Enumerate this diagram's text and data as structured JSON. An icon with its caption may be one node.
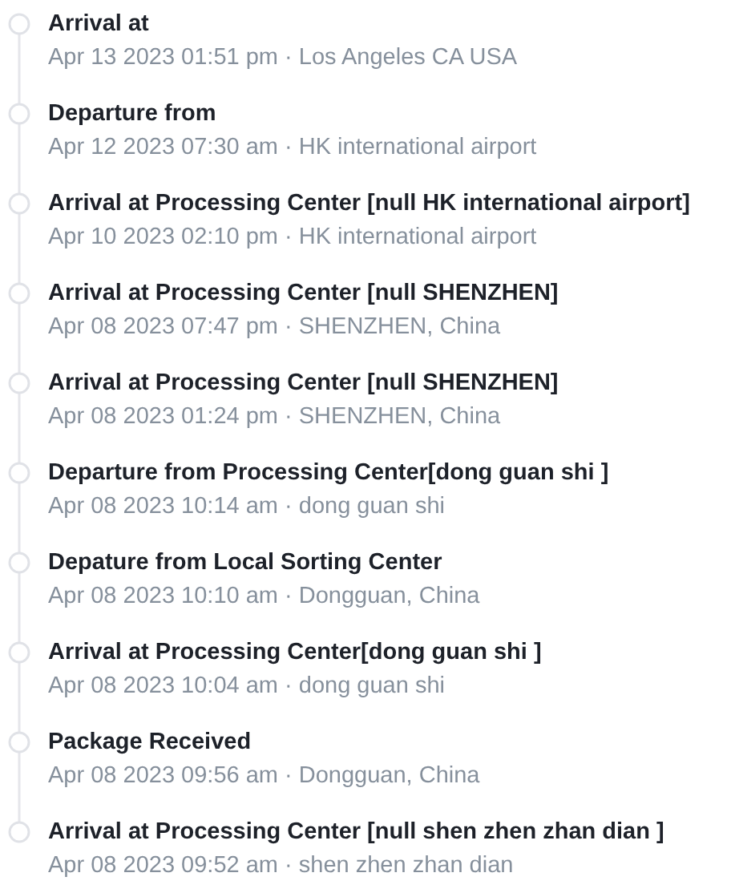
{
  "diagram": {
    "nodes": [
      {
        "text": [
          "Arrival at",
          "Apr 13 2023 01:51 pm · Los Angeles CA USA"
        ]
      },
      {
        "text": [
          "Departure from",
          "Apr 12 2023 07:30 am · HK international airport"
        ]
      },
      {
        "text": [
          "Arrival at Processing Center [null HK international airport]",
          "Apr 10 2023 02:10 pm · HK international airport"
        ]
      },
      {
        "text": [
          "Arrival at Processing Center [null SHENZHEN]",
          "Apr 08 2023 07:47 pm · SHENZHEN, China"
        ]
      },
      {
        "text": [
          "Arrival at Processing Center [null SHENZHEN]",
          "Apr 08 2023 01:24 pm · SHENZHEN, China"
        ]
      },
      {
        "text": [
          "Departure from Processing Center[dong guan shi ]",
          "Apr 08 2023 10:14 am · dong guan shi"
        ]
      },
      {
        "text": [
          "Depature from Local Sorting Center",
          "Apr 08 2023 10:10 am · Dongguan, China"
        ]
      },
      {
        "text": [
          "Arrival at Processing Center[dong guan shi ]",
          "Apr 08 2023 10:04 am · dong guan shi"
        ]
      },
      {
        "text": [
          "Package Received",
          "Apr 08 2023 09:56 am · Dongguan, China"
        ]
      },
      {
        "text": [
          "Arrival at Processing Center [null shen zhen zhan dian ]",
          "Apr 08 2023 09:52 am · shen zhen zhan dian"
        ]
      }
    ]
  }
}
